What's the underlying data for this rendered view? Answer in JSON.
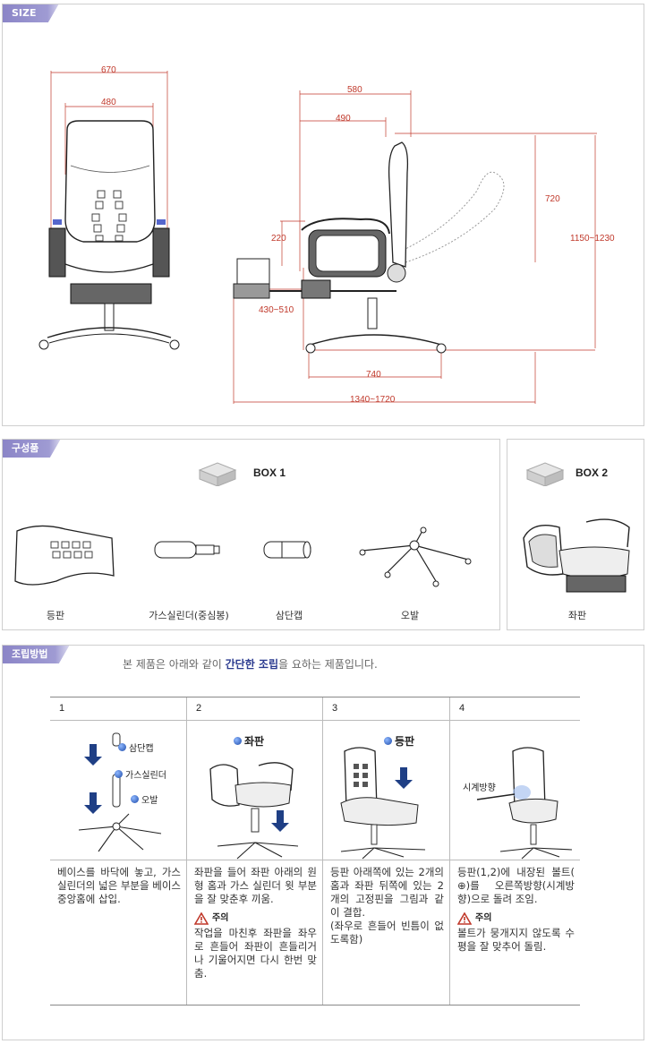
{
  "size_section": {
    "tab": "SIZE",
    "front_dims": {
      "outer_width": "670",
      "inner_width": "480"
    },
    "side_dims": {
      "top_depth": "580",
      "seat_depth": "490",
      "back_height": "720",
      "total_height": "1150~1230",
      "arm_height": "220",
      "seat_height": "430~510",
      "base_depth": "740",
      "reclined_length": "1340~1720"
    }
  },
  "components_section": {
    "tab": "구성품",
    "box1": {
      "label": "BOX 1",
      "parts": [
        "등판",
        "가스실린더(중심봉)",
        "삼단캡",
        "오발"
      ]
    },
    "box2": {
      "label": "BOX 2",
      "parts": [
        "좌판"
      ]
    }
  },
  "assembly_section": {
    "tab": "조립방법",
    "intro_pre": "본 제품은 아래와 같이 ",
    "intro_highlight": "간단한 조립",
    "intro_post": "을 요하는 제품입니다.",
    "steps": [
      {
        "number": "1",
        "tags": [
          "삼단캡",
          "가스실린더",
          "오발"
        ],
        "text": "베이스를 바닥에 놓고, 가스실린더의 넓은 부분을 베이스 중앙홈에 삽입."
      },
      {
        "number": "2",
        "tags": [
          "좌판"
        ],
        "text": "좌판을 들어 좌판 아래의 원형 홈과 가스 실린더 윗 부분을 잘 맞춘후 끼움.",
        "caution_label": "주의",
        "caution_text": "작업을 마친후 좌판을 좌우로 흔들어 좌판이 흔들리거나 기울어지면 다시 한번 맞춤."
      },
      {
        "number": "3",
        "tags": [
          "등판"
        ],
        "text": "등판 아래쪽에 있는 2개의 홈과 좌판 뒤쪽에 있는 2개의 고정핀을 그림과 같이 결합.",
        "note": "(좌우로 흔들어 빈틈이 없도록함)"
      },
      {
        "number": "4",
        "tags": [
          "시계방향"
        ],
        "text": "등판(1,2)에 내장된 볼트( ⊕)를 오른쪽방향(시계방향)으로 돌려 조임.",
        "caution_label": "주의",
        "caution_text": "볼트가 뭉개지지 않도록 수평을 잘 맞추어 돌림."
      }
    ]
  },
  "colors": {
    "tab": "#9a96d0",
    "dimension": "#c0392b",
    "highlight": "#2a3a8f"
  }
}
